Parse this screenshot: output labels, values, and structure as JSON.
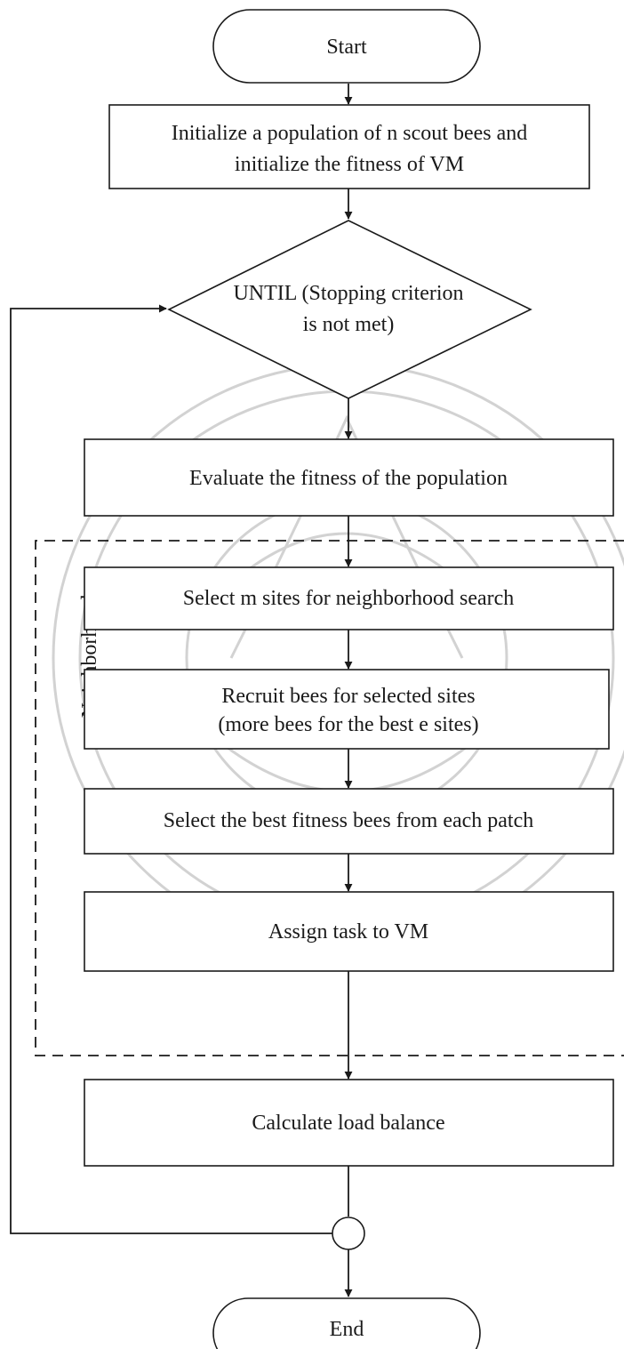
{
  "diagram": {
    "start": "Start",
    "init": [
      "Initialize a population of n scout bees and",
      "initialize the fitness of VM"
    ],
    "loop_condition": [
      "UNTIL (Stopping criterion",
      "is not met)"
    ],
    "evaluate": "Evaluate the fitness of the population",
    "select_sites": "Select m sites for neighborhood search",
    "recruit": [
      "Recruit bees for selected sites",
      "(more bees for the best e sites)"
    ],
    "select_best": "Select the best fitness bees from each patch",
    "assign": "Assign task to VM",
    "calculate": "Calculate load balance",
    "end": "End",
    "group_label": "Neighborhood"
  }
}
